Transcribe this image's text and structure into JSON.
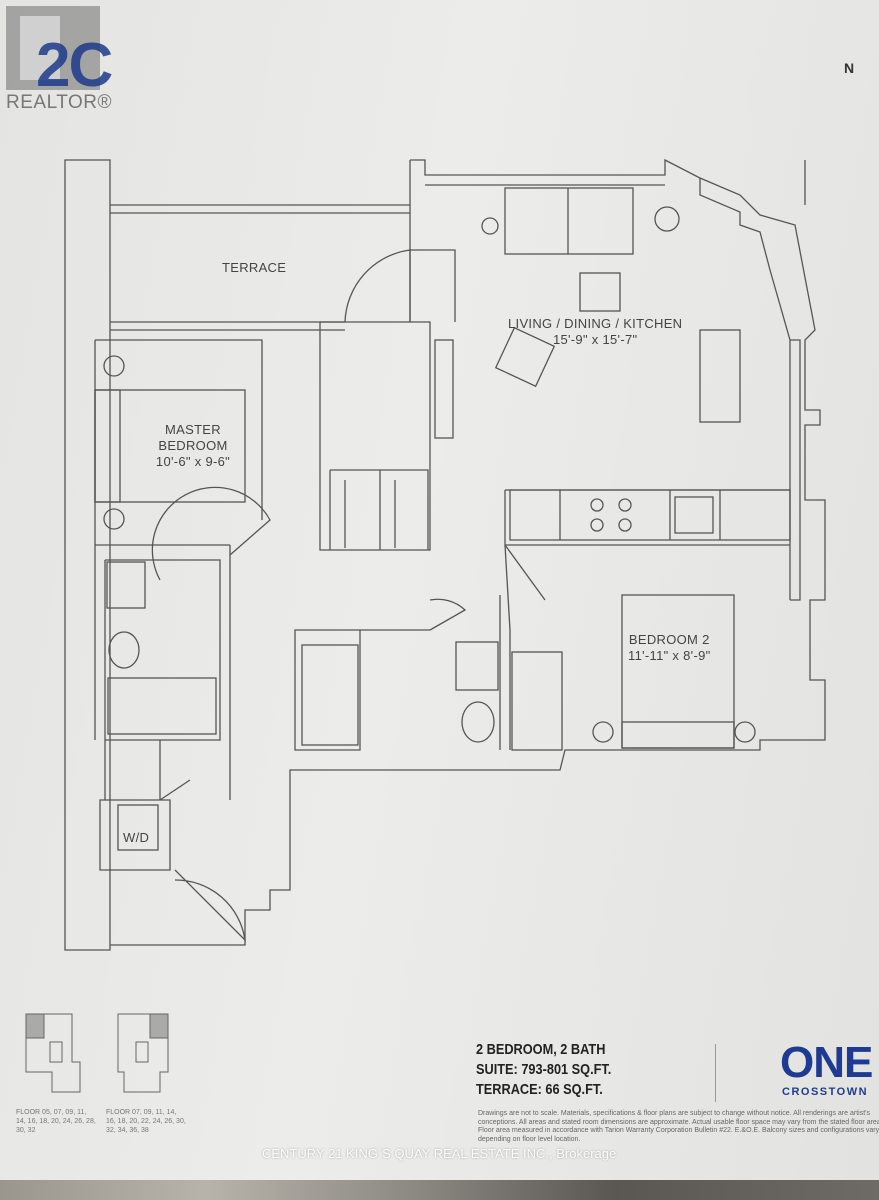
{
  "logo": {
    "brand": "2C",
    "realtor": "REALTOR®"
  },
  "north": "N",
  "rooms": {
    "terrace": "TERRACE",
    "living": {
      "name": "LIVING / DINING / KITCHEN",
      "dims": "15'-9\" x 15'-7\""
    },
    "master": {
      "name": "MASTER BEDROOM",
      "dims": "10'-6\" x 9-6\""
    },
    "bedroom2": {
      "name": "BEDROOM 2",
      "dims": "11'-11\" x 8'-9\""
    },
    "wd": "W/D"
  },
  "keyplans": [
    {
      "floors": "FLOOR 05, 07, 09, 11, 14, 16, 18, 20, 24, 26, 28, 30, 32"
    },
    {
      "floors": "FLOOR 07, 09, 11, 14, 16, 18, 20, 22, 24, 26, 30, 32, 34, 36, 38"
    }
  ],
  "suite": {
    "type": "2 BEDROOM, 2 BATH",
    "suite": "SUITE: 793-801 SQ.FT.",
    "terrace": "TERRACE: 66 SQ.FT."
  },
  "project": {
    "name": "ONE",
    "sub": "CROSSTOWN"
  },
  "disclaimer": "Drawings are not to scale. Materials, specifications & floor plans are subject to change without notice. All renderings are artist's conceptions. All areas and stated room dimensions are approximate. Actual usable floor space may vary from the stated floor area. Floor area measured in accordance with Tarion Warranty Corporation Bulletin #22. E.&O.E. Balcony sizes and configurations vary depending on floor level location.",
  "watermark": "CENTURY 21 KING`S QUAY REAL ESTATE INC., Brokerage"
}
